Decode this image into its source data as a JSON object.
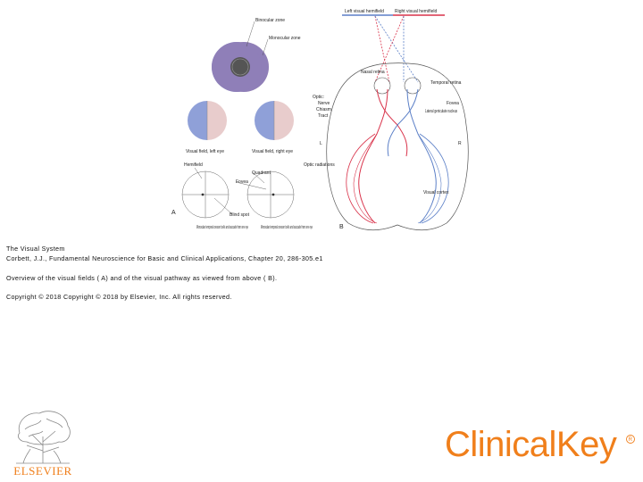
{
  "figure": {
    "labels": {
      "left_hemifield": "Left visual hemifield",
      "right_hemifield": "Right visual hemifield",
      "binocular_zone": "Binocular zone",
      "monocular_zone": "Monocular zone",
      "nasal_retina": "Nasal retina",
      "temporal_retina": "Temporal retina",
      "fovea": "Fovea",
      "optic": "Optic:",
      "nerve": "Nerve",
      "chiasm": "Chiasm",
      "tract": "Tract",
      "lgn": "Lateral geniculate nucleus",
      "optic_radiations": "Optic radiations",
      "visual_cortex": "Visual cortex",
      "visual_field_left": "Visual field, left eye",
      "visual_field_right": "Visual field, right eye",
      "hemifield": "Hemifield",
      "quadrant": "Quadrant",
      "fovea2": "Fovea",
      "blind_spot": "Blind spot",
      "mono_temporal_left": "Monocular temporal crescent cells and saccade from one eye",
      "mono_temporal_right": "Monocular temporal crescent cells and saccade from one eye",
      "panel_a": "A",
      "panel_b": "B",
      "side_l": "L",
      "side_r": "R"
    },
    "colors": {
      "blue": "#5b7fc7",
      "red": "#d9324a",
      "blue_fill": "#8fa0d8",
      "pink_fill": "#e8cccc",
      "mix_fill": "#8f7fb8"
    }
  },
  "caption": {
    "title": "The Visual System",
    "citation": "Corbett, J.J., Fundamental Neuroscience for Basic and Clinical Applications, Chapter 20, 286-305.e1",
    "description": "Overview of the visual fields ( A) and of the visual pathway as viewed from above ( B).",
    "copyright": "Copyright © 2018 Copyright © 2018 by Elsevier, Inc. All rights reserved."
  },
  "logos": {
    "elsevier": "ELSEVIER",
    "clinicalkey": "ClinicalKey",
    "brand_color": "#f07f1b"
  }
}
